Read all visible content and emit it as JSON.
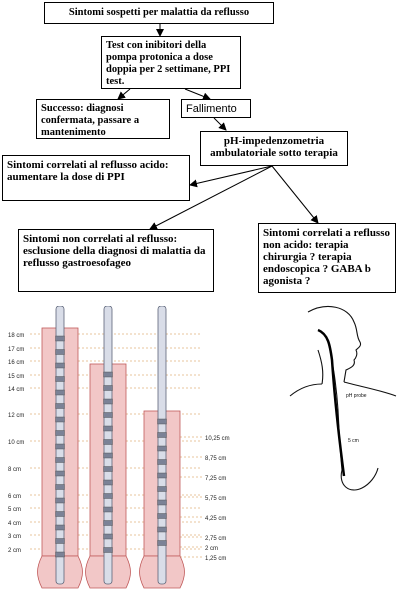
{
  "flowchart": {
    "start": "Sintomi sospetti per malattia da reflusso",
    "ppi_test": "Test con inibitori della pompa protonica a dose doppia per 2 settimane, PPI test.",
    "success": "Successo: diagnosi confermata, passare a mantenimento",
    "failure": "Fallimento",
    "ph_impedance": "pH-impedenzometria ambulatoriale sotto terapia",
    "acid_related": "Sintomi correlati al reflusso acido: aumentare la dose di PPI",
    "not_related": "Sintomi non correlati al reflusso: esclusione della diagnosi di malattia da reflusso gastroesofageo",
    "non_acid": "Sintomi correlati a reflusso non acido: terapia chirurgia ? terapia endoscopica ? GABA b agonista ?"
  },
  "probe_figure": {
    "left_scale": [
      "18 cm",
      "17 cm",
      "16 cm",
      "15 cm",
      "14 cm",
      "12 cm",
      "10 cm",
      "8 cm",
      "6 cm",
      "5 cm",
      "4 cm",
      "3 cm",
      "2 cm"
    ],
    "right_scale": [
      "10,25 cm",
      "8,75 cm",
      "7,25 cm",
      "5,75 cm",
      "4,25 cm",
      "2,75 cm",
      "2 cm",
      "1,25 cm"
    ]
  },
  "anatomy_figure": {
    "label_ph_probe": "pH probe",
    "label_5cm": "5 cm"
  },
  "colors": {
    "sleeve_fill": "#f2c7c7",
    "sleeve_stroke": "#c05a5a",
    "probe_fill": "#d9dde8",
    "probe_stroke": "#5c6478",
    "dotted_line": "#d08a3a"
  }
}
